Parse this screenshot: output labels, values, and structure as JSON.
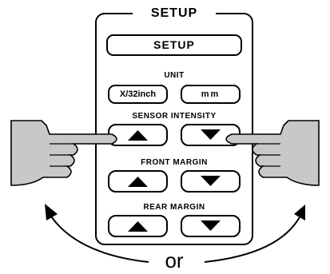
{
  "panel": {
    "title": "SETUP",
    "setup_button": "SETUP",
    "unit_label": "UNIT",
    "unit_inch": "X/32inch",
    "unit_mm": "mm",
    "sensor_label": "SENSOR INTENSITY",
    "front_label": "FRONT MARGIN",
    "rear_label": "REAR MARGIN"
  },
  "connector": "or",
  "colors": {
    "hand_fill": "#c8c8c8",
    "line": "#000000"
  }
}
